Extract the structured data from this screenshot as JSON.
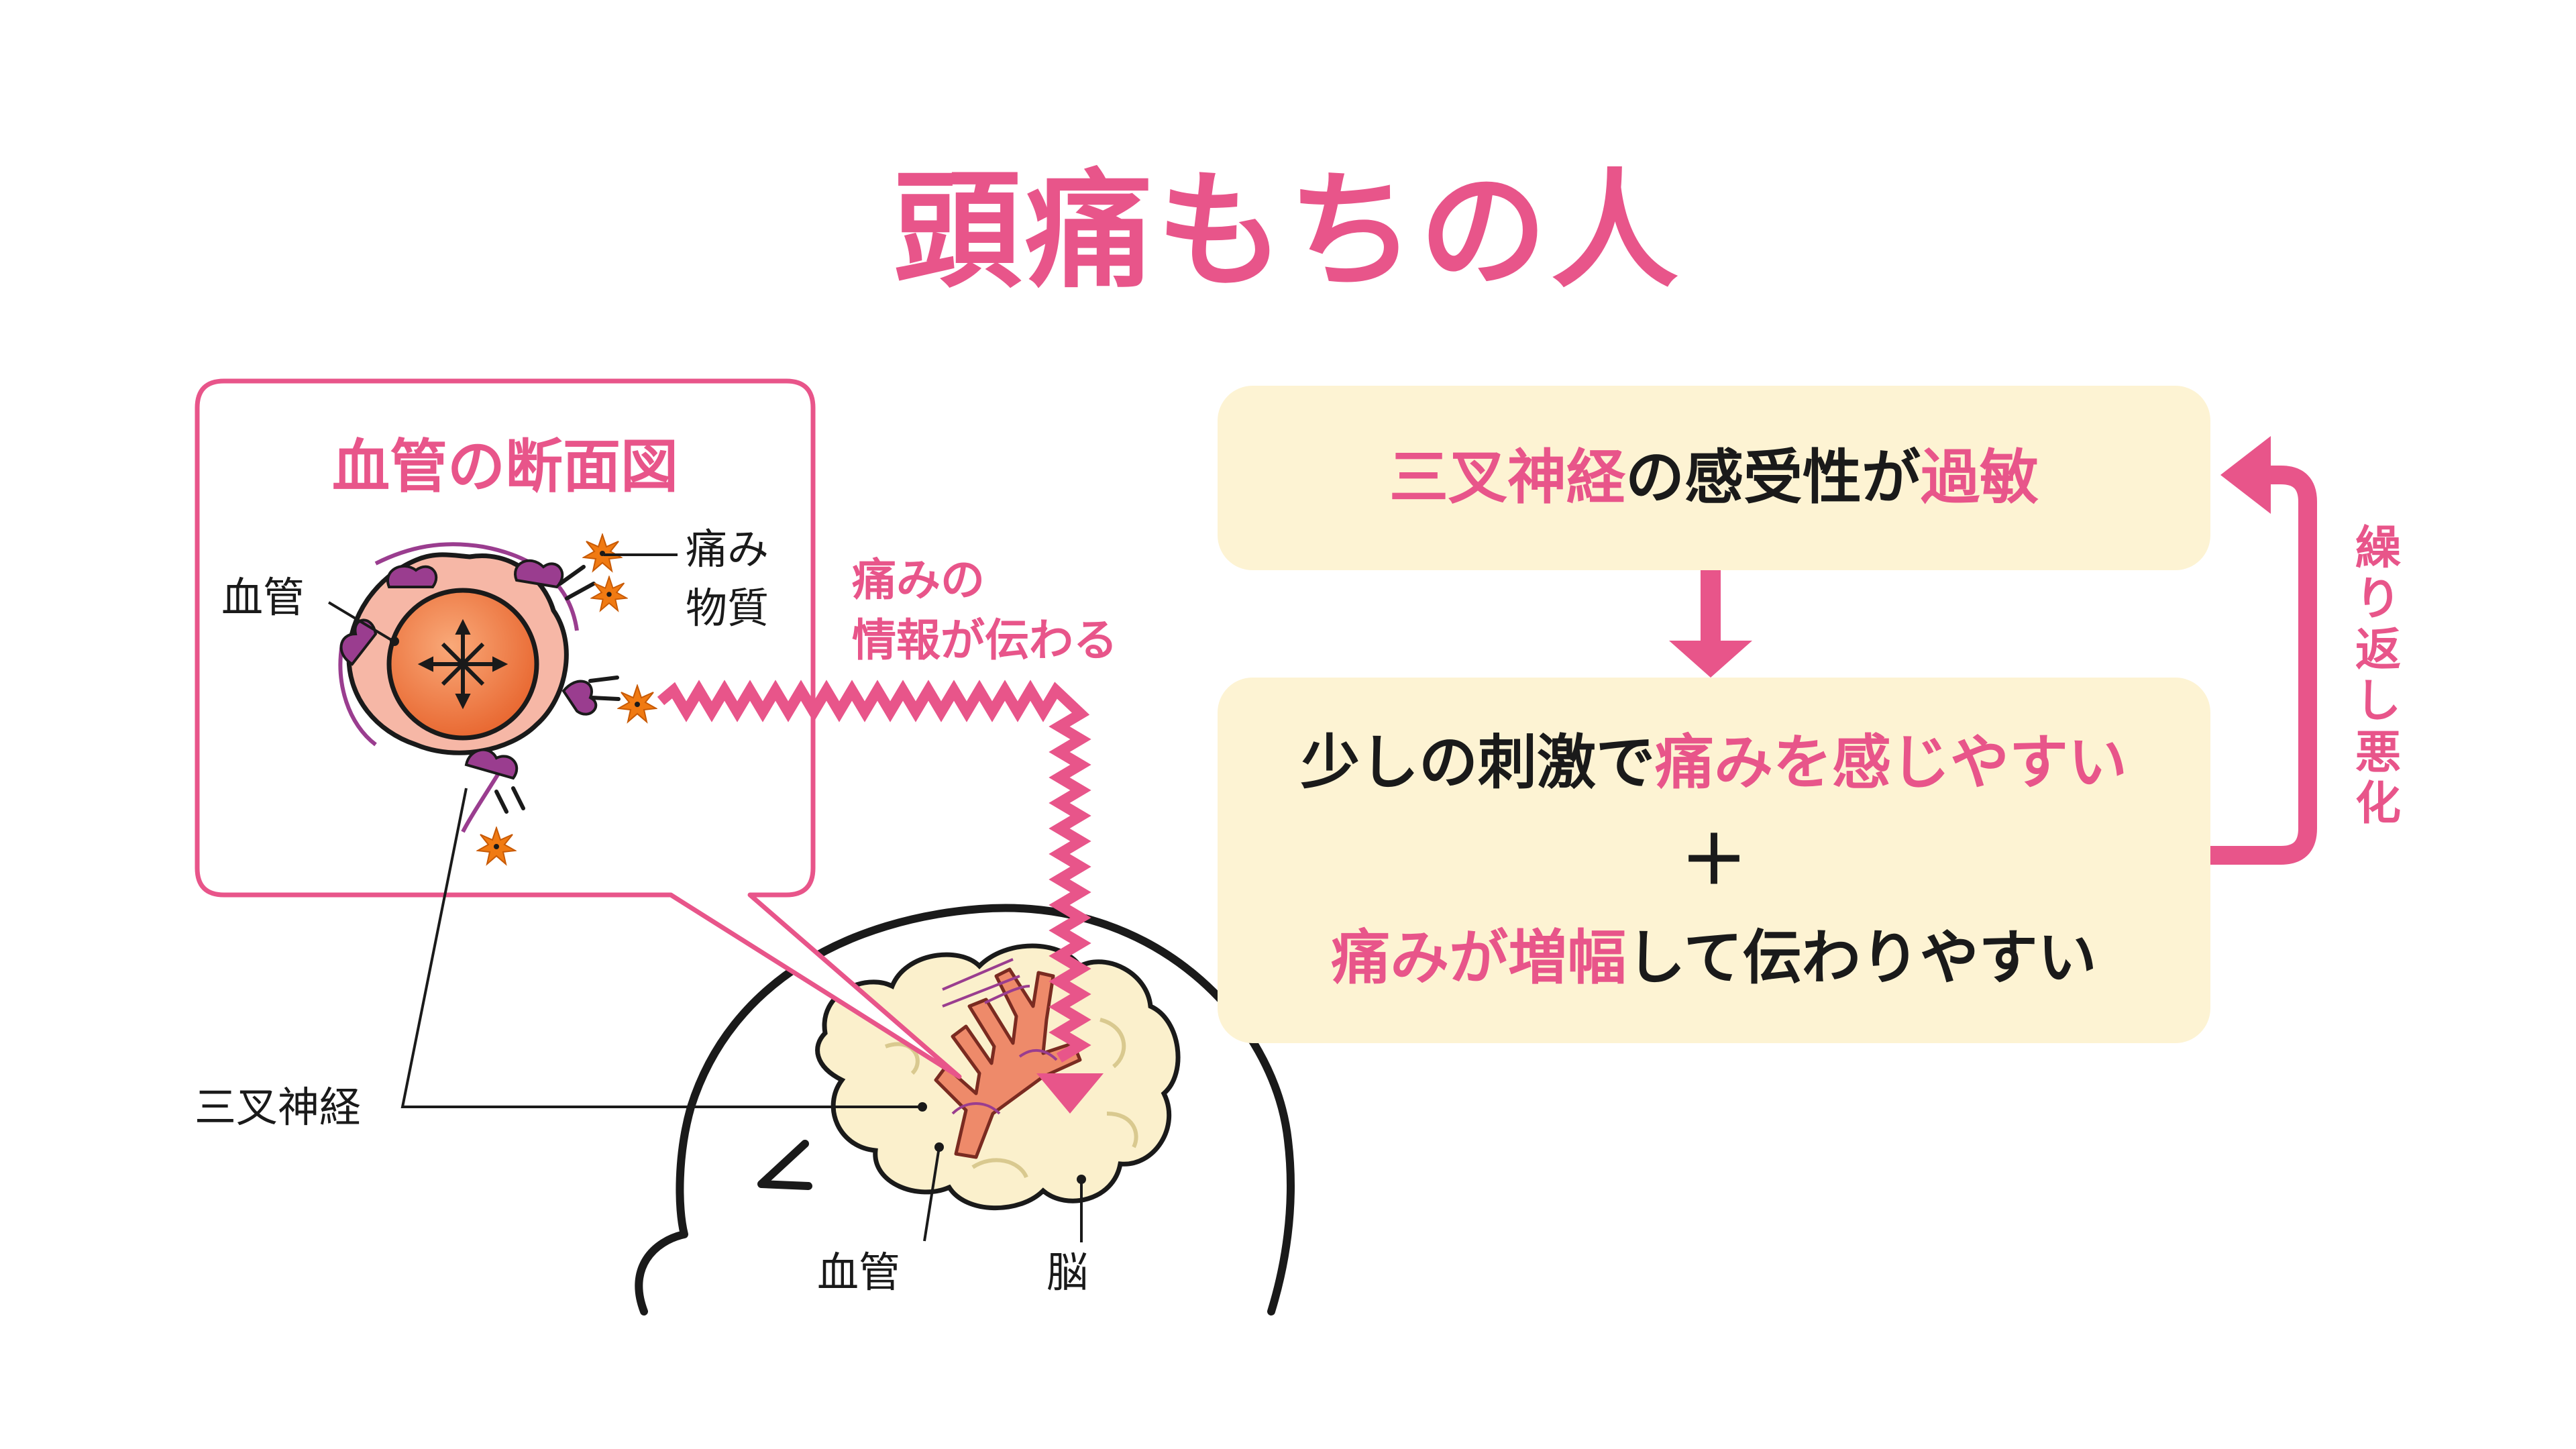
{
  "title": "頭痛もちの人",
  "colors": {
    "accent": "#e8558a",
    "box_fill": "#fdf3d3",
    "vessel_outer": "#f6b7a6",
    "vessel_inner": "#e8662f",
    "nerve_purple": "#9a3d8f",
    "pain_spark": "#f07a12",
    "brain_fill": "#fbf0cc",
    "artery": "#ee8a6a",
    "text": "#1a1a1a"
  },
  "cross_section": {
    "title": "血管の断面図",
    "label_vessel": "血管",
    "label_pain_substance_1": "痛み",
    "label_pain_substance_2": "物質"
  },
  "pain_info": {
    "line1": "痛みの",
    "line2": "情報が伝わる"
  },
  "brain": {
    "label_trigeminal": "三叉神経",
    "label_vessel": "血管",
    "label_brain": "脳"
  },
  "flow": {
    "box1": {
      "part1": "三叉神経",
      "part2": "の感受性が",
      "part3": "過敏"
    },
    "box2": {
      "line1_part1": "少しの刺激で",
      "line1_part2": "痛みを感じやすい",
      "plus": "＋",
      "line3_part1": "痛みが増幅",
      "line3_part2": "して伝わりやすい"
    },
    "cycle_label": [
      "繰",
      "り",
      "返",
      "し",
      "悪",
      "化"
    ]
  }
}
